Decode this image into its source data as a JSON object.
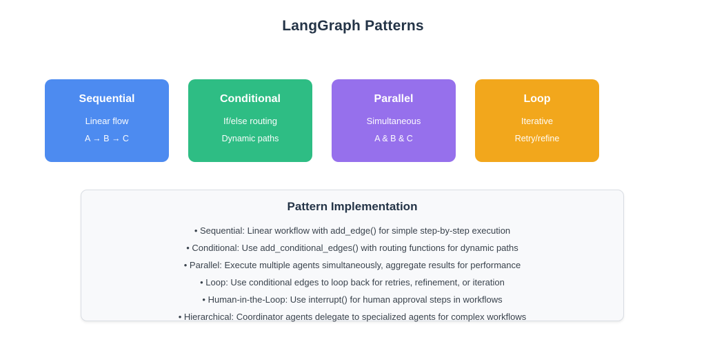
{
  "page": {
    "title": "LangGraph Patterns"
  },
  "cards": [
    {
      "title": "Sequential",
      "subtitle": "Linear flow",
      "detail": "A → B → C",
      "color": "#4d8bf0"
    },
    {
      "title": "Conditional",
      "subtitle": "If/else routing",
      "detail": "Dynamic paths",
      "color": "#2ebd84"
    },
    {
      "title": "Parallel",
      "subtitle": "Simultaneous",
      "detail": "A & B & C",
      "color": "#9670ec"
    },
    {
      "title": "Loop",
      "subtitle": "Iterative",
      "detail": "Retry/refine",
      "color": "#f2a71c"
    }
  ],
  "implementation": {
    "heading": "Pattern Implementation",
    "bullets": [
      "• Sequential: Linear workflow with add_edge() for simple step-by-step execution",
      "• Conditional: Use add_conditional_edges() with routing functions for dynamic paths",
      "• Parallel: Execute multiple agents simultaneously, aggregate results for performance",
      "• Loop: Use conditional edges to loop back for retries, refinement, or iteration",
      "• Human-in-the-Loop: Use interrupt() for human approval steps in workflows",
      "• Hierarchical: Coordinator agents delegate to specialized agents for complex workflows"
    ]
  },
  "colors": {
    "heading_text": "#243447",
    "body_text": "#39424c",
    "impl_box_bg": "#f8f9fb",
    "impl_box_border": "#d9dde3"
  }
}
